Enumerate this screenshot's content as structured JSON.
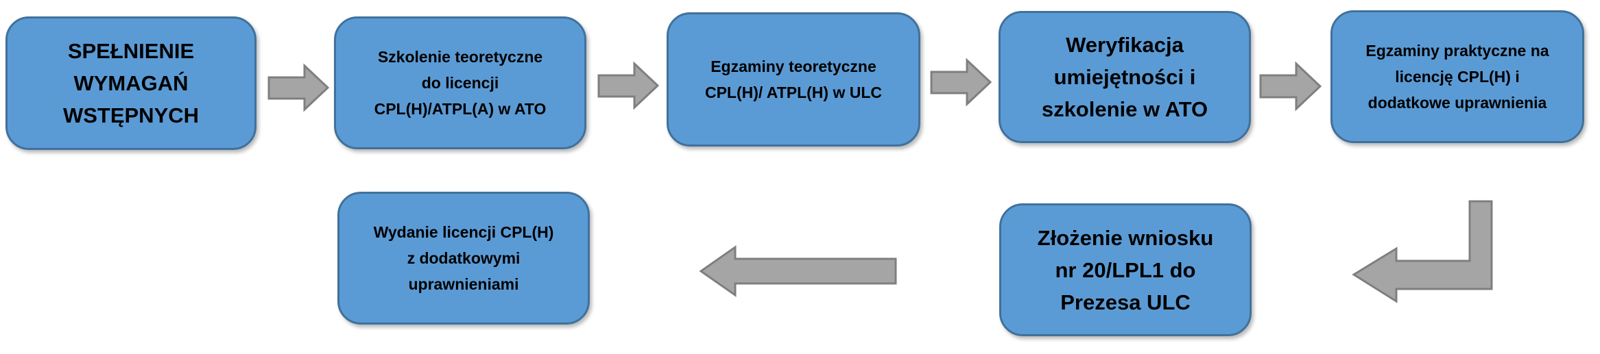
{
  "diagram": {
    "steps": [
      {
        "id": "s1",
        "label": "SPEŁNIENIE\nWYMAGAŃ\nWSTĘPNYCH"
      },
      {
        "id": "s2",
        "label": "Szkolenie teoretyczne\ndo licencji\nCPL(H)/ATPL(A) w ATO"
      },
      {
        "id": "s3",
        "label": "Egzaminy teoretyczne\nCPL(H)/ ATPL(H) w ULC"
      },
      {
        "id": "s4",
        "label": "Weryfikacja\numiejętności i\nszkolenie w ATO"
      },
      {
        "id": "s5",
        "label": "Egzaminy praktyczne na\nlicencję CPL(H) i\ndodatkowe uprawnienia"
      },
      {
        "id": "s6",
        "label": "Złożenie wniosku\nnr 20/LPL1 do\nPrezesa ULC"
      },
      {
        "id": "s7",
        "label": "Wydanie licencji CPL(H)\nz dodatkowymi\nuprawnieniami"
      }
    ],
    "colors": {
      "box_fill": "#5b9bd5",
      "box_border": "#41719c",
      "arrow_fill": "#a5a5a5",
      "arrow_border": "#7f7f7f",
      "text": "#000000"
    }
  }
}
